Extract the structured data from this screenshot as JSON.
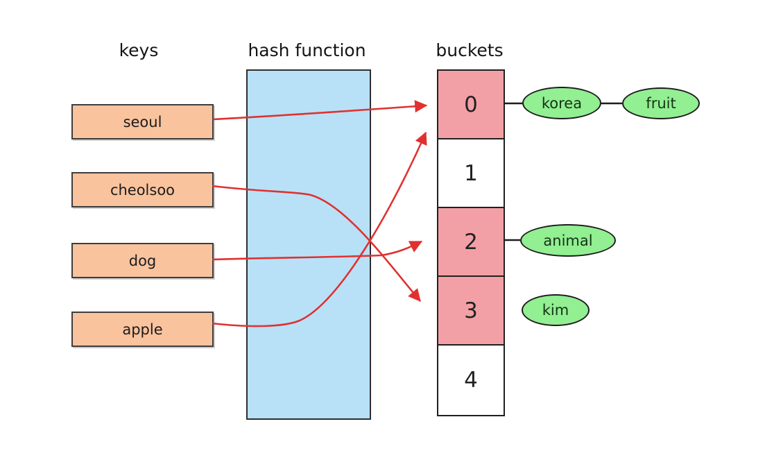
{
  "headers": {
    "keys": "keys",
    "hash_function": "hash function",
    "buckets": "buckets"
  },
  "keys": [
    {
      "label": "seoul"
    },
    {
      "label": "cheolsoo"
    },
    {
      "label": "dog"
    },
    {
      "label": "apple"
    }
  ],
  "buckets": {
    "cells": [
      {
        "index": "0",
        "filled": true
      },
      {
        "index": "1",
        "filled": false
      },
      {
        "index": "2",
        "filled": true
      },
      {
        "index": "3",
        "filled": true
      },
      {
        "index": "4",
        "filled": false
      }
    ]
  },
  "values": {
    "korea": "korea",
    "fruit": "fruit",
    "animal": "animal",
    "kim": "kim"
  },
  "mappings": [
    {
      "key": "seoul",
      "bucket": "0",
      "value": "korea"
    },
    {
      "key": "cheolsoo",
      "bucket": "3",
      "value": "kim"
    },
    {
      "key": "dog",
      "bucket": "2",
      "value": "animal"
    },
    {
      "key": "apple",
      "bucket": "0",
      "value": "fruit"
    }
  ],
  "colors": {
    "key_fill": "#f9c39e",
    "hash_fill": "#b8e1f7",
    "bucket_filled": "#f2a0a6",
    "value_fill": "#92ef92",
    "arrow": "#e03131",
    "connector": "#1c1c1c"
  }
}
